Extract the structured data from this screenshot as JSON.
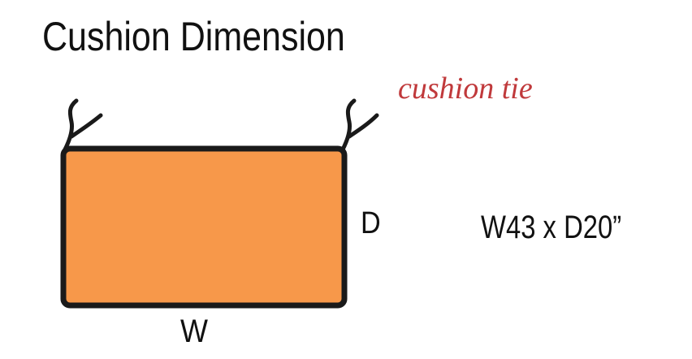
{
  "title": "Cushion Dimension",
  "tie_label": "cushion tie",
  "depth_label": "D",
  "width_label": "W",
  "size_text": "W43 x D20”",
  "colors": {
    "cushion_fill": "#f7984a",
    "outline": "#1a1a1a",
    "tie_label": "#c0393b"
  }
}
